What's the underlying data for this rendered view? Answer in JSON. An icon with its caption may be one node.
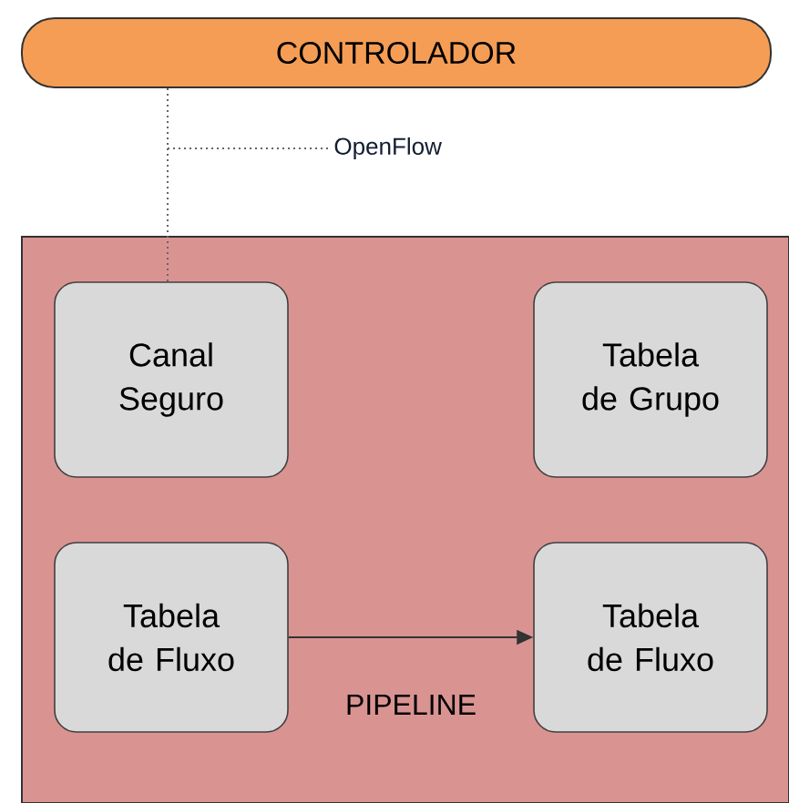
{
  "diagram": {
    "nodes": [
      {
        "text": [
          "CONTROLADOR"
        ]
      },
      {
        "text": [],
        "shape": "box"
      },
      {
        "text": [
          "Canal Seguro"
        ],
        "in": 1
      },
      {
        "text": [
          "Tabela de Grupo"
        ],
        "in": 1
      },
      {
        "text": [
          "Tabela de Fluxo"
        ],
        "in": 1
      },
      {
        "text": [
          "Tabela de Fluxo"
        ],
        "in": 1
      }
    ],
    "edges": [
      {
        "from": 0,
        "to": 2,
        "arrow": "none",
        "style": "dashed",
        "label": "OpenFlow"
      },
      {
        "from": 4,
        "to": 5,
        "arrow": "to",
        "label": "PIPELINE"
      }
    ]
  }
}
